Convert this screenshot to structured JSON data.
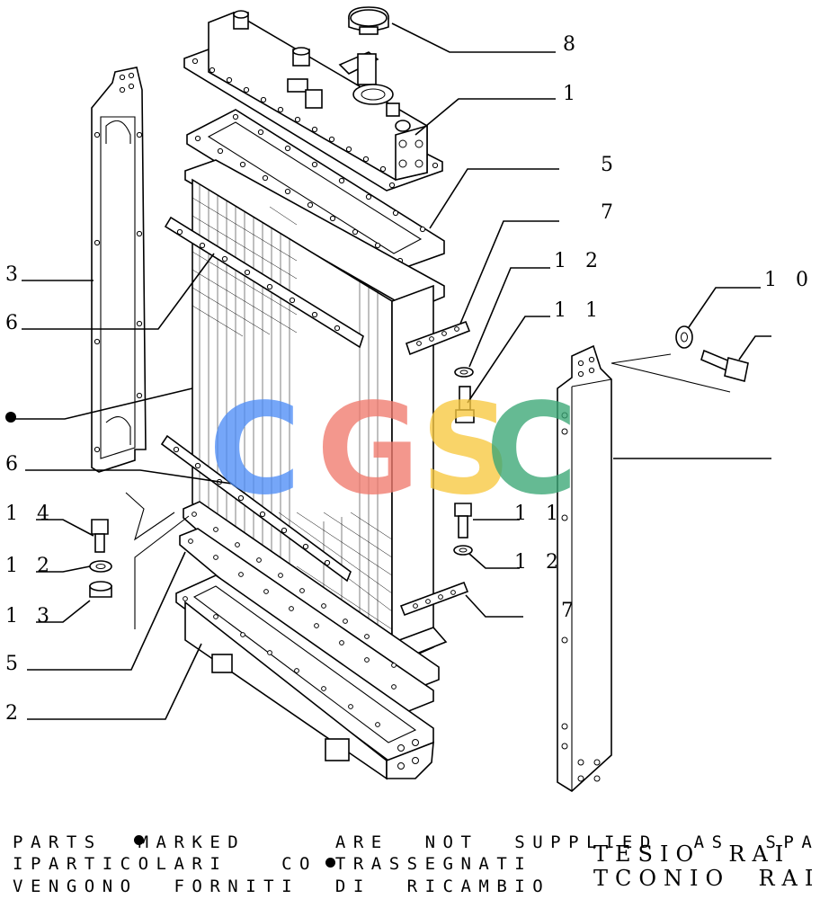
{
  "callouts": {
    "c8": "8",
    "c1": "1",
    "c5a": "5",
    "c7a": "7",
    "c12a": "1 2",
    "c11a": "1 1",
    "c10": "1 0",
    "c3": "3",
    "c6a": "6",
    "c6b": "6",
    "c14": "1 4",
    "c12b": "1 2",
    "c13": "1 3",
    "c11b": "1 1",
    "c12c": "1 2",
    "c7b": "7",
    "c5b": "5",
    "c2": "2"
  },
  "watermark": {
    "letters": [
      "C",
      "G",
      "S",
      "C"
    ],
    "colors": [
      "#4f8ef7",
      "#f07a6e",
      "#f8c840",
      "#3aa776"
    ]
  },
  "notes": {
    "line1": "PARTS  MARKED     ARE  NOT  SUPPLIED  AS  SPA",
    "line2": "IPARTICOLARI   CO TRASSEGNATI",
    "line3": "VENGONO  FORNITI  DI  RICAMBIO",
    "side1": "TESIO  RAI",
    "side2": "TCONIO  RAI"
  },
  "colors": {
    "ink": "#000000",
    "paper": "#ffffff"
  }
}
